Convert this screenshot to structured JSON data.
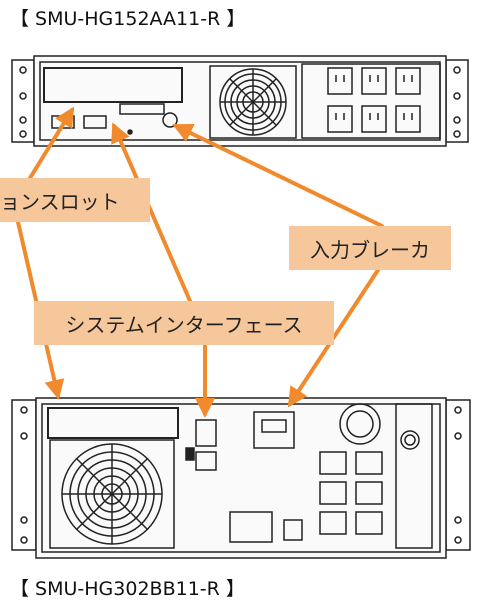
{
  "titles": {
    "top_model": "【 SMU-HG152AA11-R 】",
    "bottom_model": "【 SMU-HG302BB11-R 】"
  },
  "callouts": {
    "slot": "ョンスロット",
    "breaker": "入力ブレーカ",
    "system_interface": "システムインターフェース"
  },
  "colors": {
    "callout_bg": "#f7c79c",
    "arrow": "#f08a2c",
    "device_line": "#222222"
  }
}
